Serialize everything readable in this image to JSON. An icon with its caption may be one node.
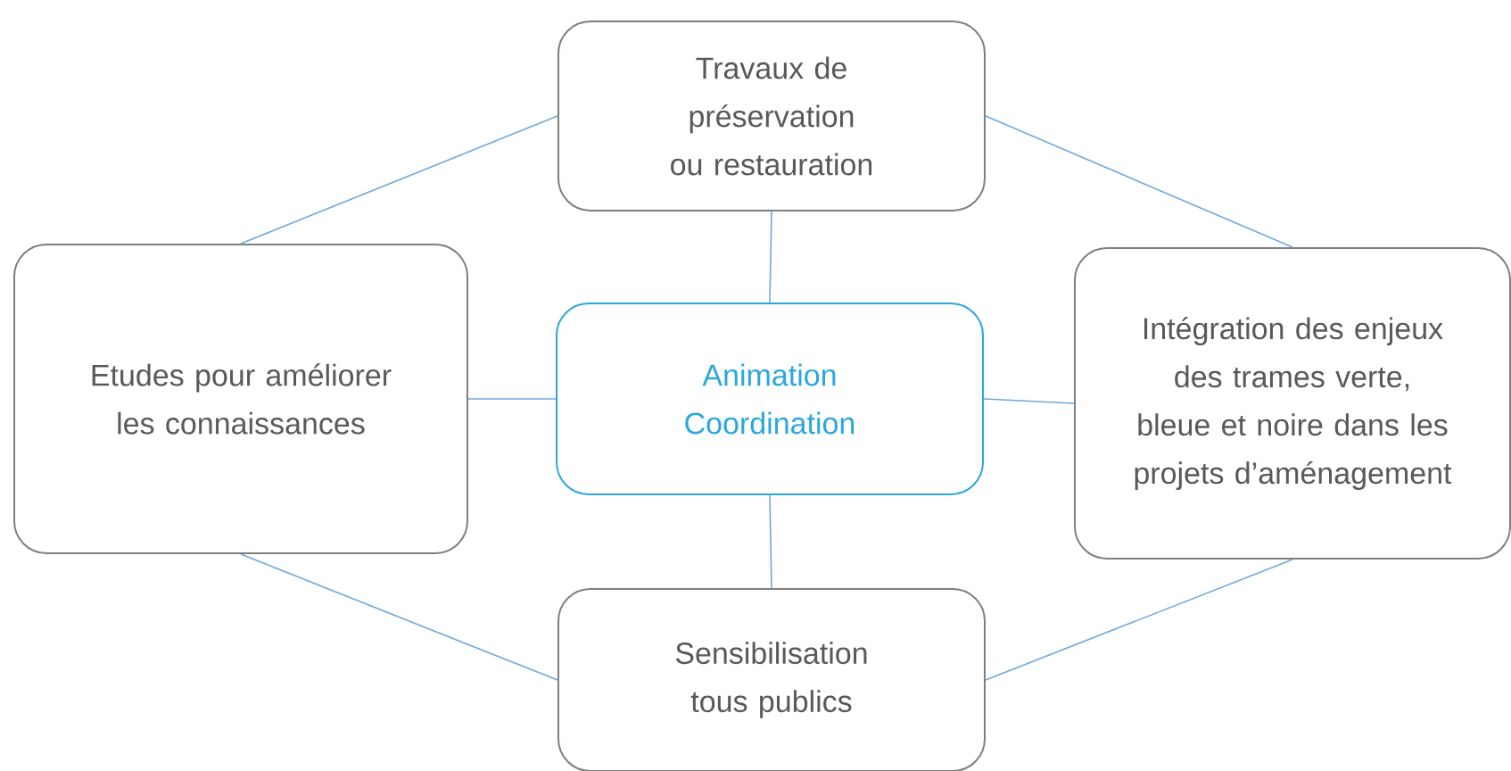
{
  "diagram": {
    "nodes": [
      {
        "text": [
          "Travaux de préservation ou restauration"
        ]
      },
      {
        "text": [
          "Etudes pour améliorer les connaissances"
        ]
      },
      {
        "text": [
          "Animation Coordination"
        ]
      },
      {
        "text": [
          "Intégration des enjeux des trames verte, bleue et noire dans les projets d’aménagement"
        ]
      },
      {
        "text": [
          "Sensibilisation tous publics"
        ]
      }
    ],
    "edges": [
      {
        "from": 0,
        "to": 1,
        "arrow": "none"
      },
      {
        "from": 0,
        "to": 3,
        "arrow": "none"
      },
      {
        "from": 0,
        "to": 2,
        "arrow": "none"
      },
      {
        "from": 1,
        "to": 2,
        "arrow": "none"
      },
      {
        "from": 2,
        "to": 3,
        "arrow": "none"
      },
      {
        "from": 2,
        "to": 4,
        "arrow": "none"
      },
      {
        "from": 1,
        "to": 4,
        "arrow": "none"
      },
      {
        "from": 3,
        "to": 4,
        "arrow": "none"
      }
    ]
  }
}
